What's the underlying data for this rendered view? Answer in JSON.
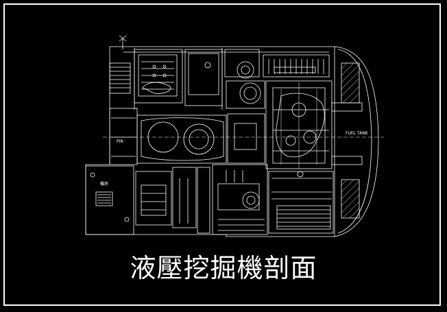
{
  "caption": "液壓挖掘機剖面",
  "labels": {
    "left_small": "PIN",
    "room_label": "機房",
    "right_small": "FUEL TANK"
  },
  "colors": {
    "background": "#000000",
    "line": "#ffffff",
    "frame": "#ffffff"
  }
}
